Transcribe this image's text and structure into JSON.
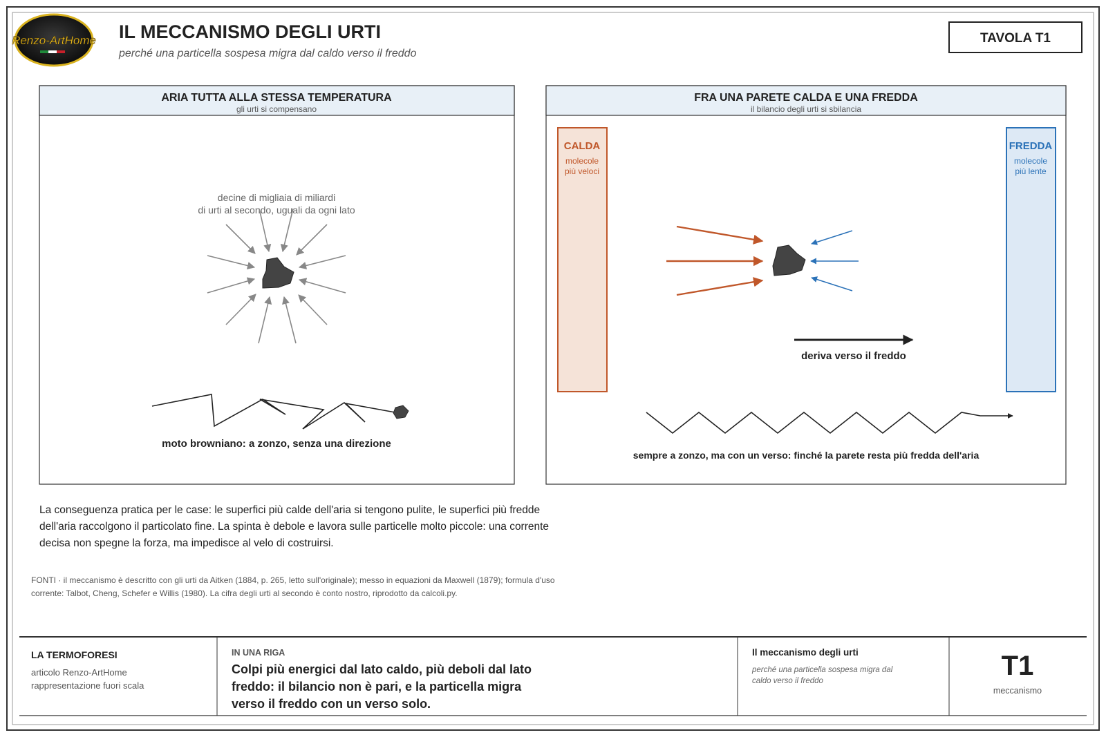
{
  "header": {
    "logo_text": "Renzo-ArtHome",
    "title": "IL MECCANISMO DEGLI URTI",
    "subtitle": "perché una particella sospesa migra dal caldo verso il freddo",
    "plate_label": "TAVOLA T1"
  },
  "panel_left": {
    "title": "ARIA TUTTA ALLA STESSA TEMPERATURA",
    "subtitle": "gli urti si compensano",
    "impacts_line1": "decine di migliaia di miliardi",
    "impacts_line2": "di urti al secondo, uguali da ogni lato",
    "caption": "moto browniano: a zonzo, senza una direzione"
  },
  "panel_right": {
    "title": "FRA UNA PARETE CALDA E UNA FREDDA",
    "subtitle": "il bilancio degli urti si sbilancia",
    "hot_wall": {
      "label": "CALDA",
      "line1": "molecole",
      "line2": "più veloci"
    },
    "cold_wall": {
      "label": "FREDDA",
      "line1": "molecole",
      "line2": "più lente"
    },
    "drift_label": "deriva verso il freddo",
    "caption": "sempre a zonzo, ma con un verso: finché la parete resta più fredda dell'aria"
  },
  "body_text": {
    "line1": "La conseguenza pratica per le case: le superfici più calde dell'aria si tengono pulite, le superfici più fredde",
    "line2": "dell'aria raccolgono il particolato fine. La spinta è debole e lavora sulle particelle molto piccole: una corrente",
    "line3": "decisa non spegne la forza, ma impedisce al velo di costruirsi."
  },
  "sources": {
    "line1": "FONTI · il meccanismo è descritto con gli urti da Aitken (1884, p. 265, letto sull'originale); messo in equazioni da Maxwell (1879); formula d'uso",
    "line2": "corrente: Talbot, Cheng, Schefer e Willis (1980). La cifra degli urti al secondo è conto nostro, riprodotto da calcoli.py."
  },
  "footer": {
    "series_title": "LA TERMOFORESI",
    "series_line1": "articolo Renzo-ArtHome",
    "series_line2": "rappresentazione fuori scala",
    "summary_label": "IN UNA RIGA",
    "summary_line1": "Colpi più energici dal lato caldo, più deboli dal lato",
    "summary_line2": "freddo: il bilancio non è pari, e la particella migra",
    "summary_line3": "verso il freddo con un verso solo.",
    "plate_title": "Il meccanismo degli urti",
    "plate_desc_line1": "perché una particella sospesa migra dal",
    "plate_desc_line2": "caldo verso il freddo",
    "plate_code": "T1",
    "plate_tag": "meccanismo"
  },
  "colors": {
    "hot": "#c0572a",
    "hot_fill": "#f5e3d8",
    "cold": "#2b72b8",
    "cold_fill": "#dde9f5",
    "header_fill": "#e8f0f7",
    "particle": "#444444",
    "impact_arrow": "#888888"
  },
  "icons": {
    "logo": "renzo-arthome-logo",
    "particle": "dust-particle-icon"
  }
}
